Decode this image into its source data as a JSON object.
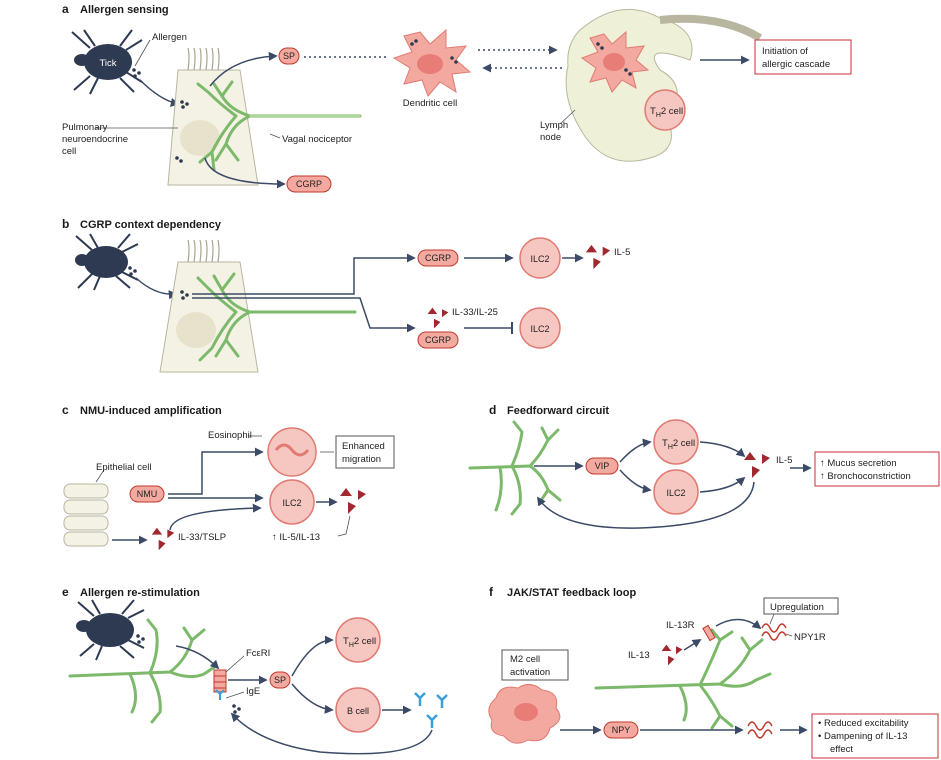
{
  "panels": {
    "a": {
      "letter": "a",
      "title": "Allergen sensing",
      "tick": "Tick",
      "allergen": "Allergen",
      "pnec": [
        "Pulmonary",
        "neuroendocrine",
        "cell"
      ],
      "vagal": "Vagal nociceptor",
      "sp": "SP",
      "cgrp": "CGRP",
      "dendritic": "Dendritic cell",
      "lymph": [
        "Lymph",
        "node"
      ],
      "th2": "T",
      "th2_sub": "H",
      "th2_rest": "2 cell",
      "initiation": [
        "Initiation of",
        "allergic cascade"
      ]
    },
    "b": {
      "letter": "b",
      "title": "CGRP context dependency",
      "cgrp_top": "CGRP",
      "ilc2_top": "ILC2",
      "il5": "IL-5",
      "il33": "IL-33/IL-25",
      "cgrp_bottom": "CGRP",
      "ilc2_bottom": "ILC2"
    },
    "c": {
      "letter": "c",
      "title": "NMU-induced amplification",
      "eosinophil": "Eosinophil",
      "enhanced": [
        "Enhanced",
        "migration"
      ],
      "epithelial": "Epithelial cell",
      "nmu": "NMU",
      "ilc2": "ILC2",
      "il33tslp": "IL-33/TSLP",
      "il5il13": "↑ IL-5/IL-13"
    },
    "d": {
      "letter": "d",
      "title": "Feedforward circuit",
      "vip": "VIP",
      "th2": "T",
      "th2_sub": "H",
      "th2_rest": "2 cell",
      "ilc2": "ILC2",
      "il5": "IL-5",
      "outcomes": [
        "↑ Mucus secretion",
        "↑ Bronchoconstriction"
      ]
    },
    "e": {
      "letter": "e",
      "title": "Allergen re-stimulation",
      "fcer": "FcεRI",
      "ige": "IgE",
      "sp": "SP",
      "th2": "T",
      "th2_sub": "H",
      "th2_rest": "2 cell",
      "bcell": "B cell"
    },
    "f": {
      "letter": "f",
      "title": "JAK/STAT feedback loop",
      "il13r": "IL-13R",
      "upregulation": "Upregulation",
      "npy1r": "NPY1R",
      "il13": "IL-13",
      "m2": [
        "M2 cell",
        "activation"
      ],
      "npy": "NPY",
      "outcomes": [
        "• Reduced excitability",
        "• Dampening of IL-13",
        "effect"
      ]
    }
  },
  "colors": {
    "red_border": "#c8323a",
    "nerve": "#7cb96a",
    "arrow": "#3b4a66",
    "tick": "#2d3a52"
  }
}
